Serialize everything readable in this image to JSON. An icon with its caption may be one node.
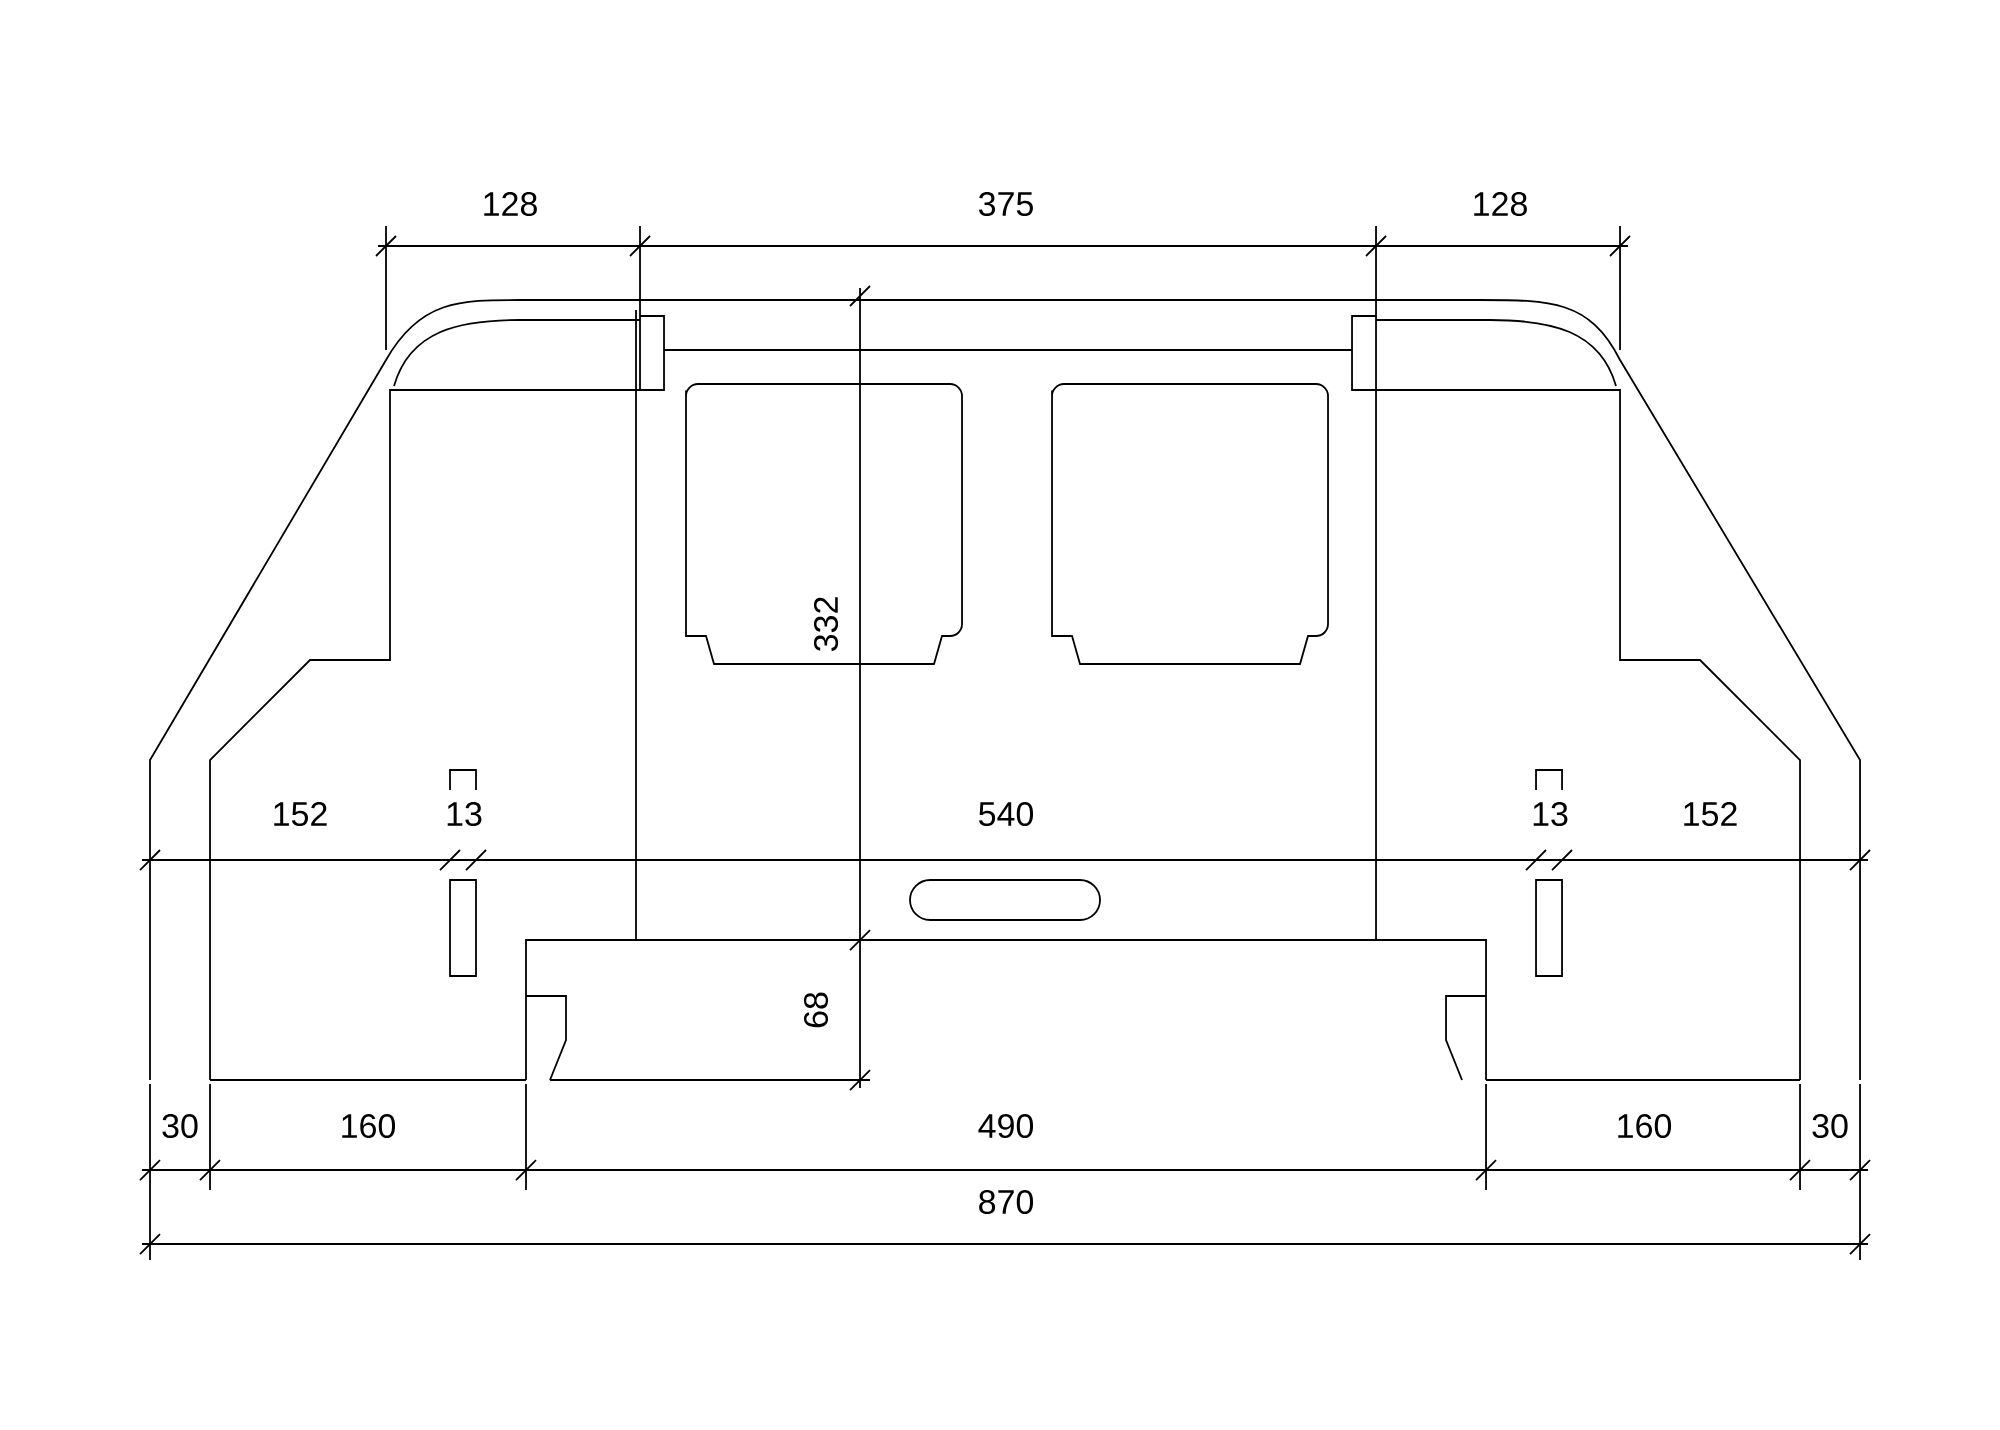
{
  "diagram": {
    "labels": [
      "128",
      "375",
      "128",
      "332",
      "152",
      "13",
      "540",
      "13",
      "152",
      "68",
      "30",
      "160",
      "490",
      "160",
      "30",
      "870"
    ]
  }
}
